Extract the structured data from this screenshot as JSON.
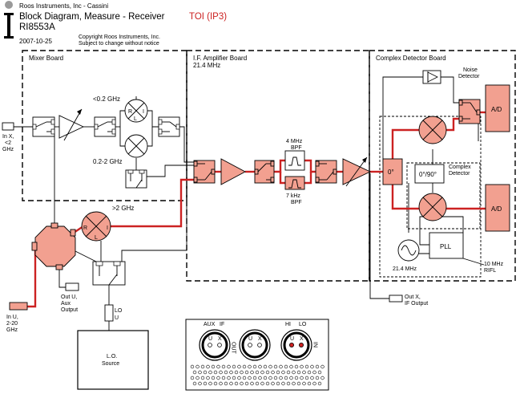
{
  "header": {
    "company": "Roos Instruments, Inc - Cassini",
    "title": "Block Diagram, Measure - Receiver",
    "title_accent": "TOI (IP3)",
    "model": "RI8553A",
    "date": "2007-10-25",
    "copyright_line1": "Copyright Roos Instruments, Inc.",
    "copyright_line2": "Subject to change without notice"
  },
  "boards": {
    "mixer": "Mixer Board",
    "if_amp": "I.F. Amplifier Board",
    "if_freq": "21.4 MHz",
    "complex": "Complex Detector Board",
    "complex_inner": "Complex",
    "complex_inner2": "Detector"
  },
  "labels": {
    "in_x_1": "In X,",
    "in_x_2": "<2",
    "in_x_3": "GHz",
    "in_u_1": "In U,",
    "in_u_2": "2-20",
    "in_u_3": "GHz",
    "out_u_1": "Out U,",
    "out_u_2": "Aux",
    "out_u_3": "Output",
    "band_low": "<0.2 GHz",
    "band_mid": "0.2-2 GHz",
    "band_high": ">2 GHz",
    "lo_1": "LO",
    "lo_2": "U",
    "lo_source_1": "L.O.",
    "lo_source_2": "Source",
    "bpf4_1": "4 MHz",
    "bpf4_2": "BPF",
    "bpf7_1": "7 kHz",
    "bpf7_2": "BPF",
    "noise_1": "Noise",
    "noise_2": "Detector",
    "ad_top": "A/D",
    "ad_bottom": "A/D",
    "phase0": "0°",
    "phase090": "0°/90°",
    "pll": "PLL",
    "osc": "21.4 MHz",
    "ref_1": "10 MHz",
    "ref_2": "RIFL",
    "out_x_1": "Out X,",
    "out_x_2": "IF Output",
    "mixer_r": "R",
    "mixer_i": "I",
    "mixer_l": "L"
  },
  "panel": {
    "aux": "AUX",
    "if": "IF",
    "hi": "HI",
    "lo": "LO",
    "u": "U",
    "x": "X",
    "out": "OUT",
    "in": "IN"
  },
  "colors": {
    "signal_red": "#cc2222",
    "block_fill": "#f2a090",
    "accent_text": "#cc2222"
  }
}
